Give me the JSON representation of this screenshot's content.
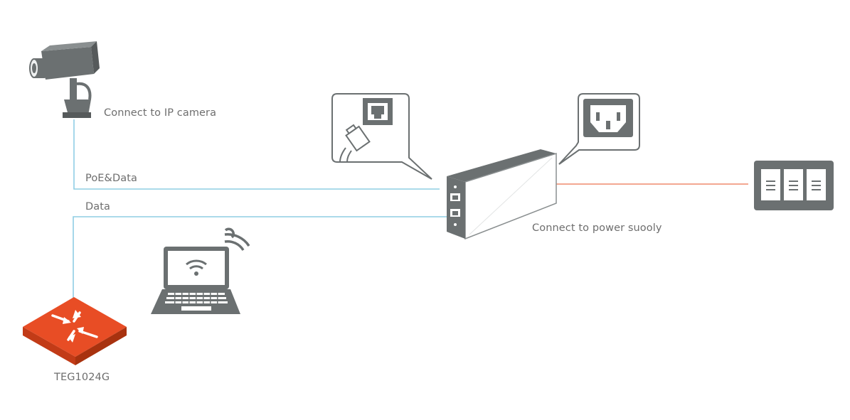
{
  "labels": {
    "camera": "Connect to IP camera",
    "poe_data": "PoE&Data",
    "data": "Data",
    "power": "Connect to power suooly",
    "switch_name": "TEG1024G"
  },
  "colors": {
    "poe_line": "#8fcde4",
    "data_line": "#8fcde4",
    "power_line": "#ef8a6e",
    "icon_gray": "#6b7071",
    "switch_orange": "#e84d25"
  },
  "icons": [
    "ip-camera-icon",
    "ethernet-jack-callout-icon",
    "power-socket-callout-icon",
    "poe-injector-icon",
    "wall-power-outlet-icon",
    "laptop-wifi-icon",
    "network-switch-icon"
  ]
}
